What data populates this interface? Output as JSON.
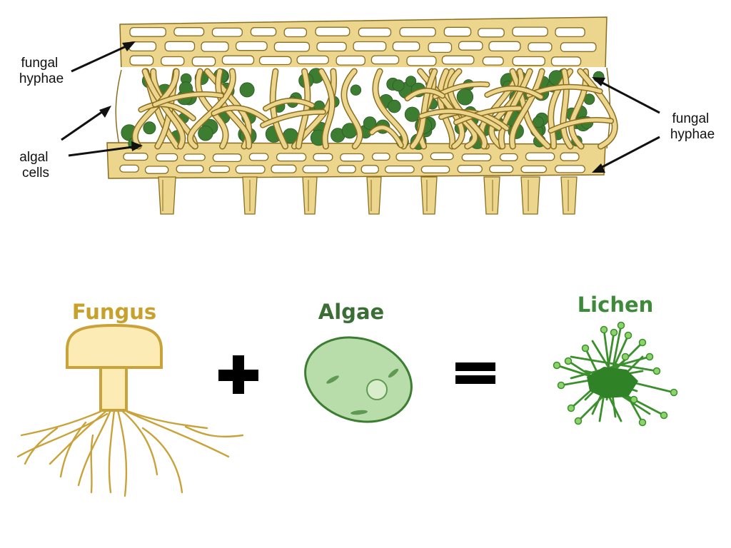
{
  "cross_section": {
    "labels": {
      "fungal_hyphae_top_left": [
        "fungal",
        "hyphae"
      ],
      "algal_cells": [
        "algal",
        "cells"
      ],
      "fungal_hyphae_right": [
        "fungal",
        "hyphae"
      ]
    }
  },
  "equation": {
    "fungus_title": "Fungus",
    "algae_title": "Algae",
    "lichen_title": "Lichen",
    "plus_icon": "plus-icon",
    "equals_icon": "equals-icon"
  },
  "colors": {
    "fungal_tissue": "#ecd58c",
    "tissue_outline": "#8a6d1e",
    "algae_dark": "#3d7d32",
    "fungus_title": "#c8a12b",
    "fungus_cap": "#fcebb4",
    "fungus_stroke": "#c9a33a",
    "algae_title": "#3b6e34",
    "algae_fill": "#b8ddaa",
    "algae_stroke": "#3d7d32",
    "lichen_title": "#3d8a3a",
    "lichen_color": "#3b8f2c",
    "lichen_dot": "#8bd36a"
  }
}
